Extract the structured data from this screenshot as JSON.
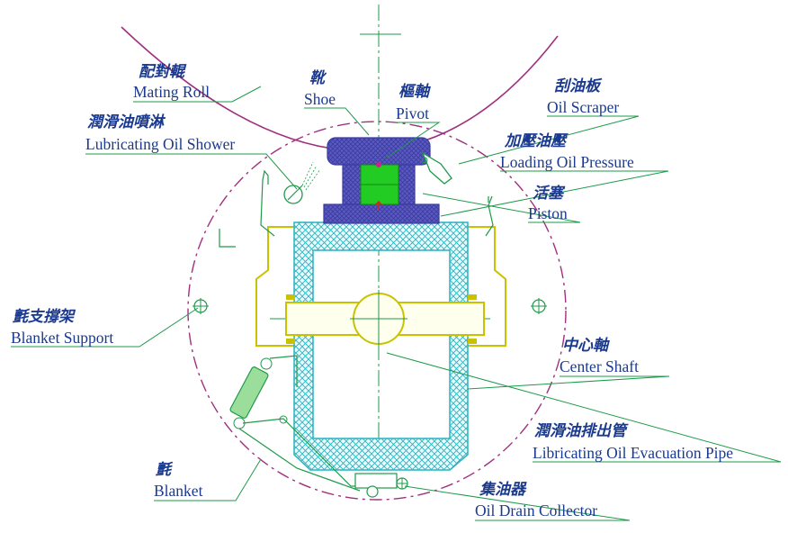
{
  "colors": {
    "label_text": "#1a3a8f",
    "leader_line": "#1e9a4a",
    "roll_circle": "#a0307f",
    "hatch_cyan": "#2ab3c0",
    "shoe_blue": "#5a5ac0",
    "pivot_green": "#22cc22",
    "yellow_outline": "#c9c200"
  },
  "labels": {
    "mating_roll": {
      "zh": "配對輥",
      "en": "Mating Roll"
    },
    "shoe": {
      "zh": "靴",
      "en": "Shoe"
    },
    "pivot": {
      "zh": "樞軸",
      "en": "Pivot"
    },
    "oil_scraper": {
      "zh": "刮油板",
      "en": "Oil Scraper"
    },
    "lube_shower": {
      "zh": "潤滑油噴淋",
      "en": "Lubricating Oil Shower"
    },
    "loading_oil": {
      "zh": "加壓油壓",
      "en": "Loading Oil Pressure"
    },
    "piston": {
      "zh": "活塞",
      "en": "Piston"
    },
    "blanket_support": {
      "zh": "氈支撐架",
      "en": "Blanket Support"
    },
    "center_shaft": {
      "zh": "中心軸",
      "en": "Center Shaft"
    },
    "evac_pipe": {
      "zh": "潤滑油排出管",
      "en": "Libricating Oil Evacuation Pipe"
    },
    "blanket": {
      "zh": "氈",
      "en": "Blanket"
    },
    "drain_collector": {
      "zh": "集油器",
      "en": "Oil Drain Collector"
    }
  }
}
